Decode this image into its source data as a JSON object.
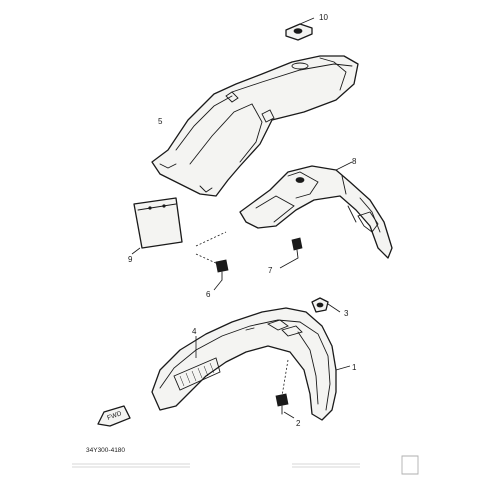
{
  "labels": {
    "p1": "1",
    "p2": "2",
    "p3": "3",
    "p4": "4",
    "p5": "5",
    "p6": "6",
    "p7": "7",
    "p8": "8",
    "p9": "9",
    "p10": "10"
  },
  "fwd_mark": "FWD",
  "catalog_code": "34Y300-4180"
}
